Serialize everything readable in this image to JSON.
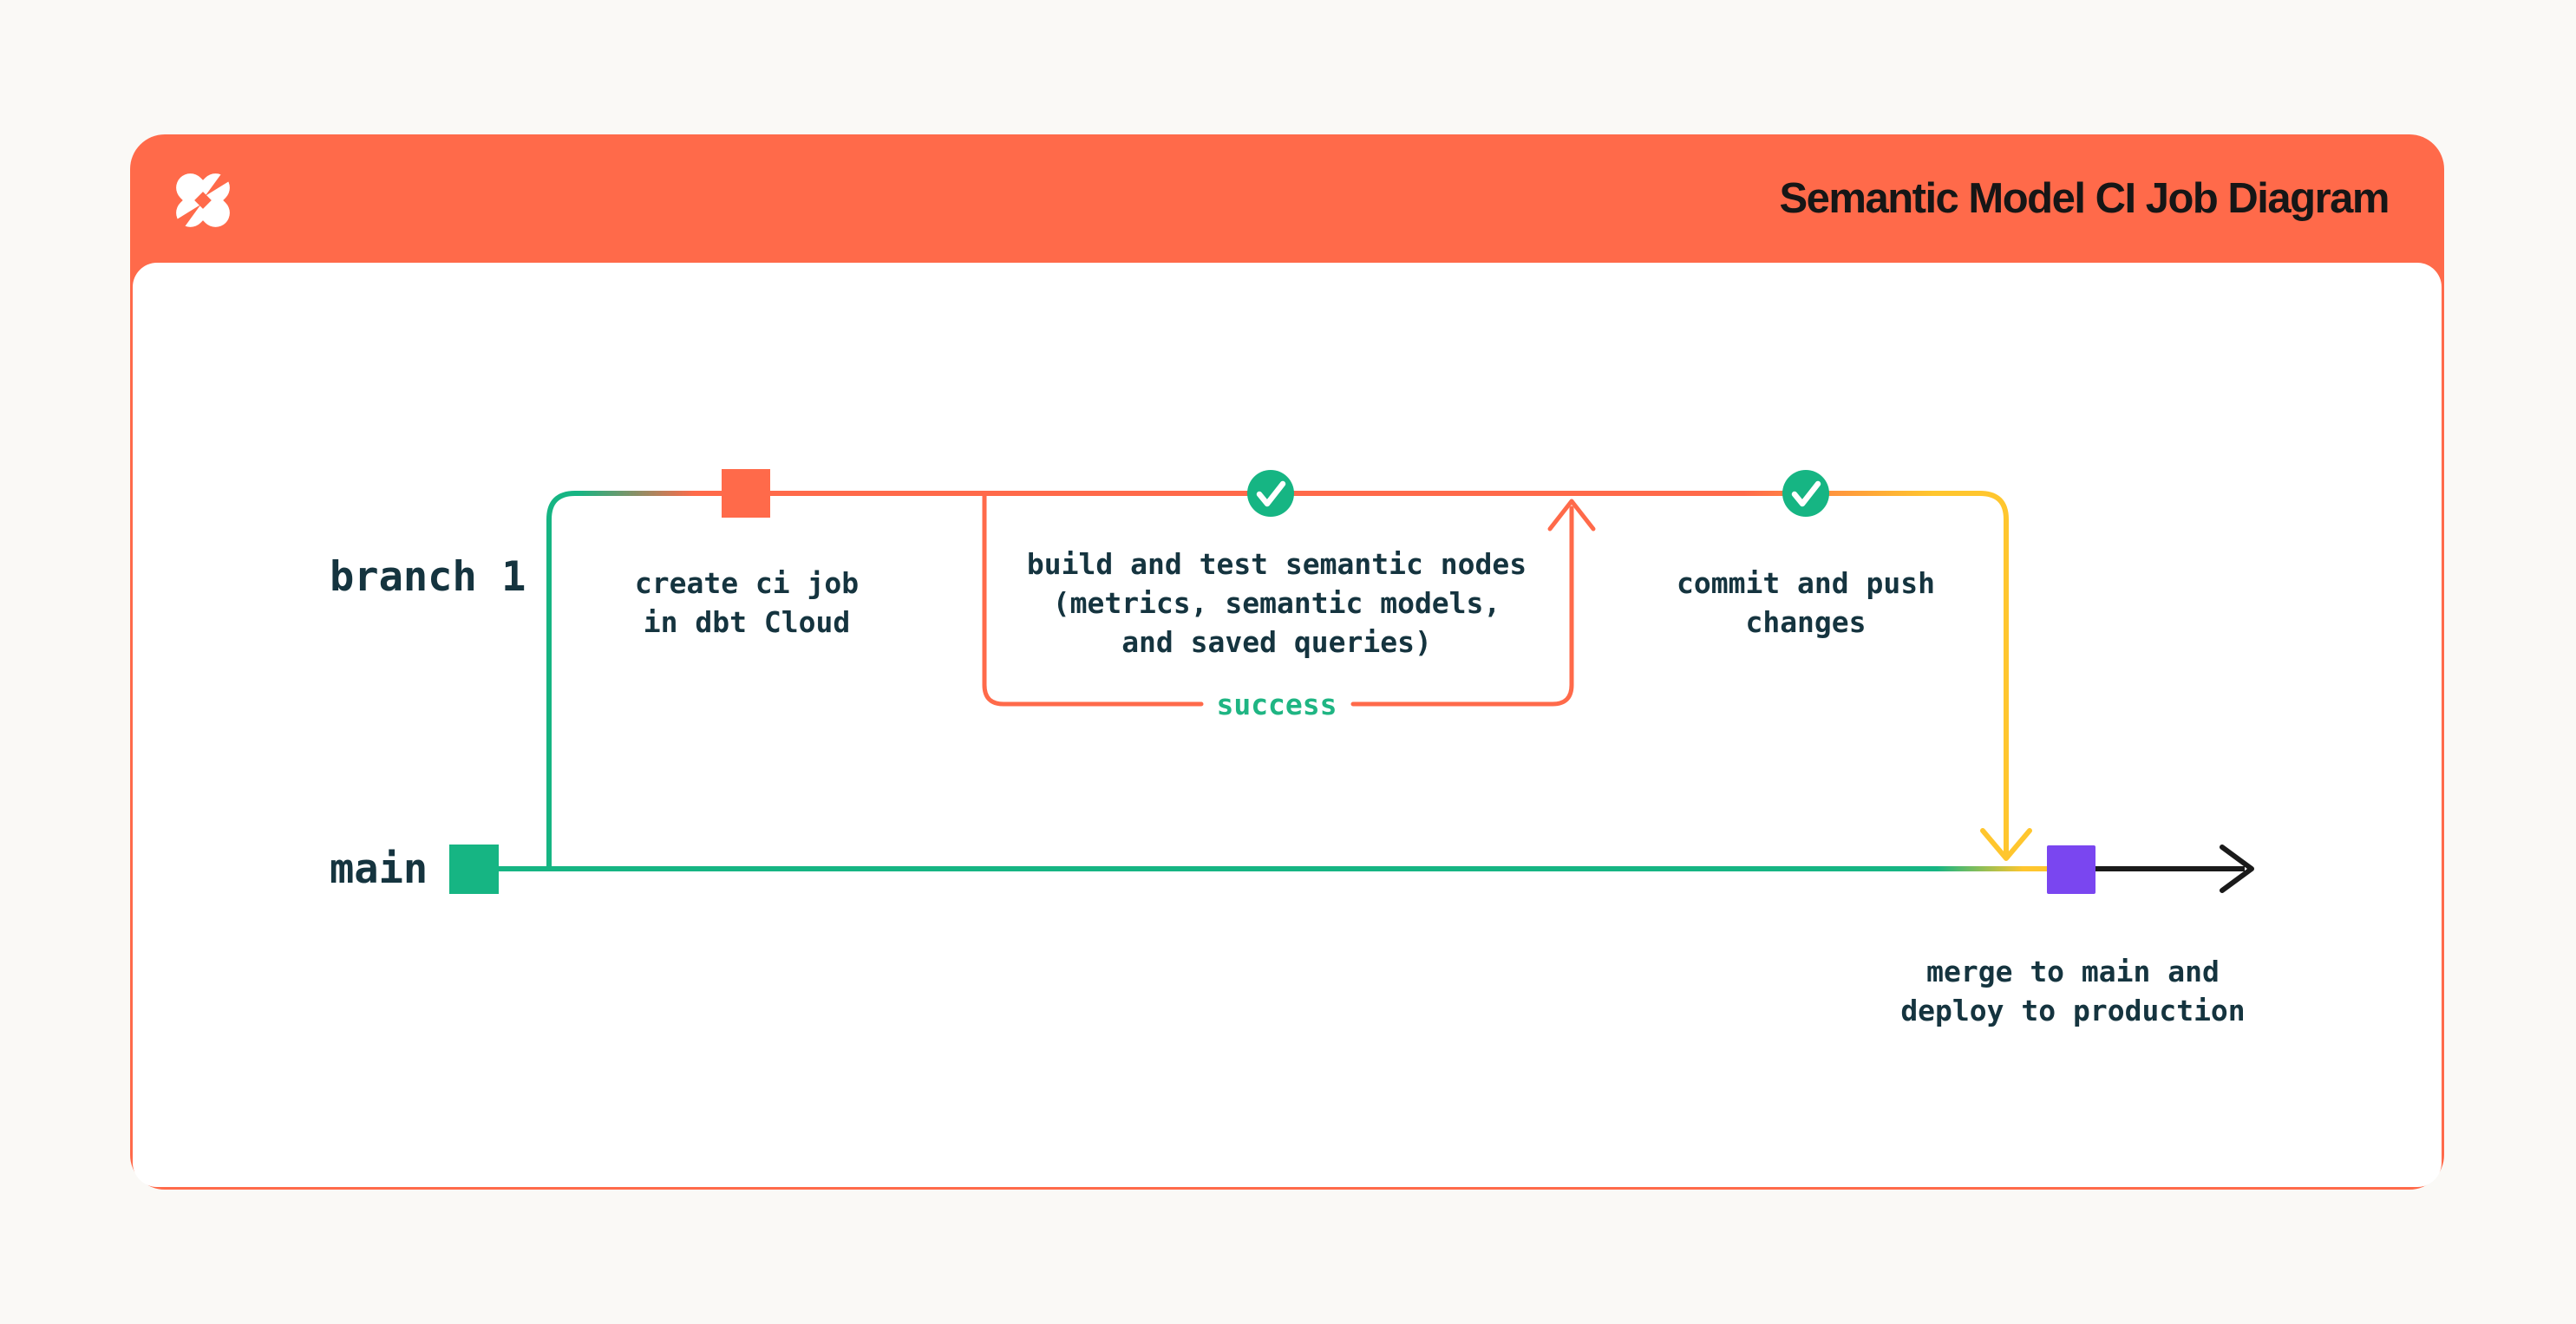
{
  "header": {
    "title": "Semantic Model CI Job Diagram",
    "logo_icon": "dbt-logo",
    "background_color": "#FF6A4A",
    "title_color": "#161616"
  },
  "diagram": {
    "branch1_label": "branch 1",
    "main_label": "main",
    "success_label": "success",
    "nodes": {
      "create_ci_job": "create ci job\nin dbt Cloud",
      "build_and_test": "build and test semantic nodes\n(metrics, semantic models,\nand saved queries)",
      "commit_and_push": "commit and push\nchanges",
      "merge_to_main": "merge to main and\ndeploy to production"
    },
    "markers": {
      "create_ci_job": "orange-square",
      "build_and_test": "green-check-circle",
      "commit_and_push": "green-check-circle",
      "merge_to_main": "purple-square"
    }
  },
  "colors": {
    "orange": "#FF6A4A",
    "green": "#16B583",
    "yellow": "#FFC62E",
    "purple": "#7A46F0",
    "label_dark": "#15343F",
    "arrow_black": "#1A1A1A",
    "page_background": "#FAF9F6",
    "card_background": "#FFFFFF"
  }
}
